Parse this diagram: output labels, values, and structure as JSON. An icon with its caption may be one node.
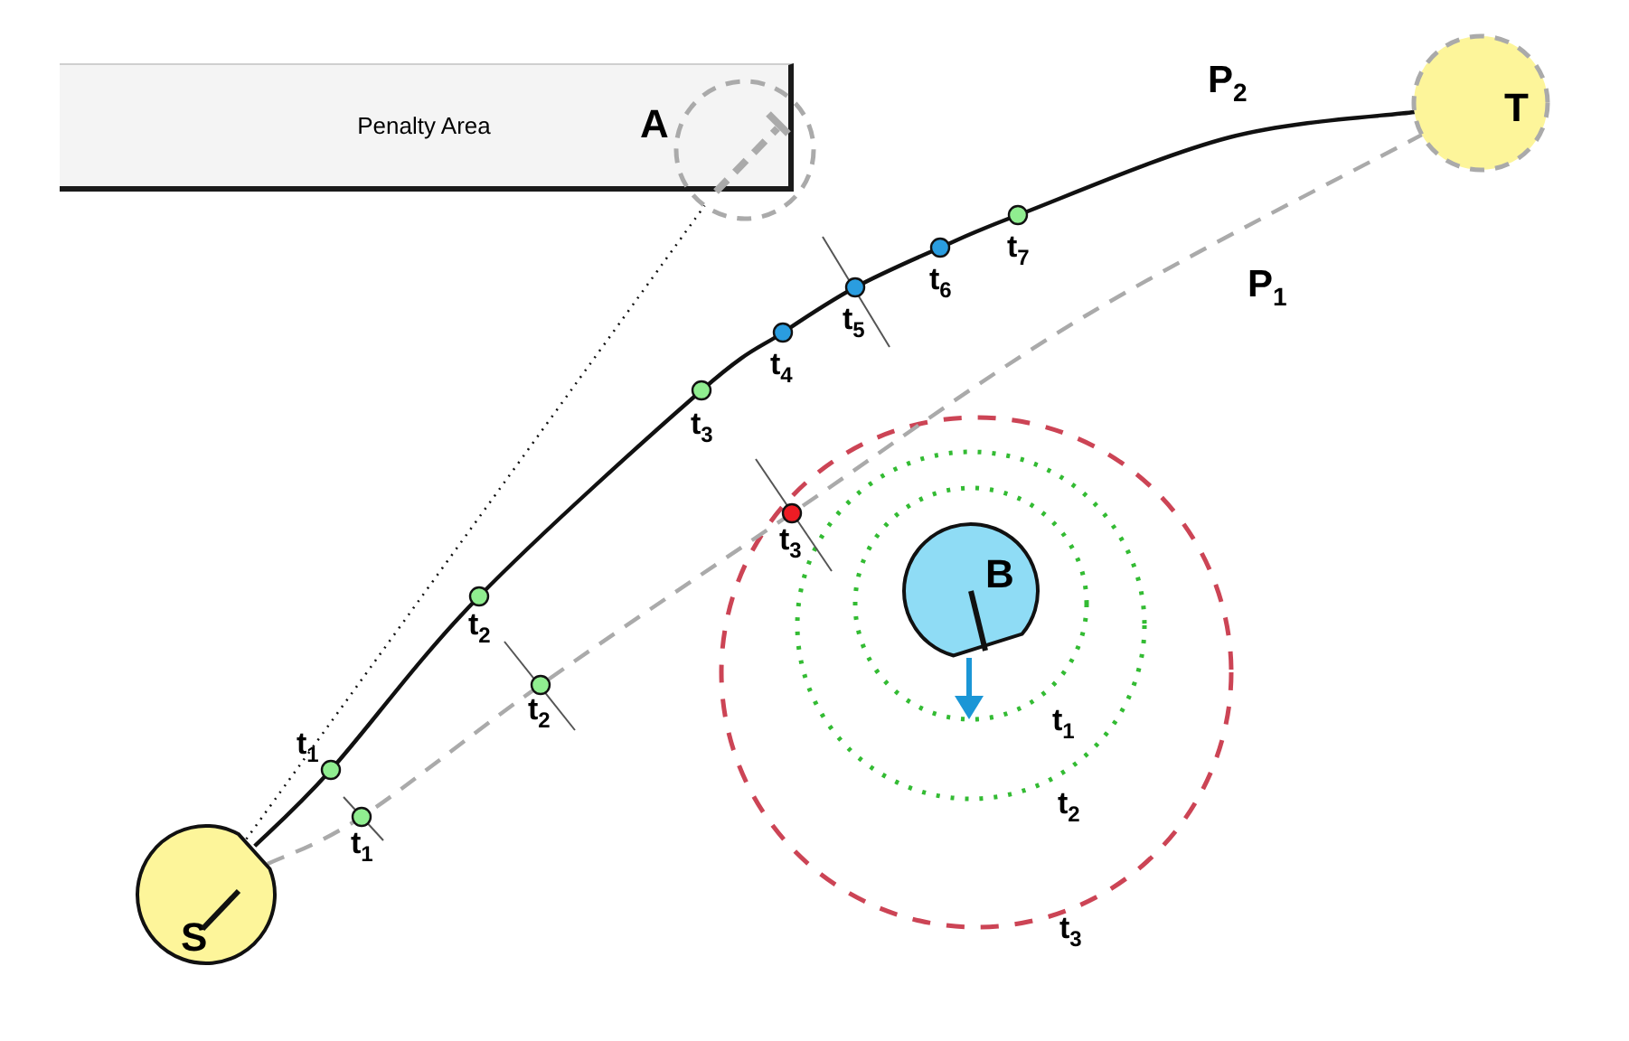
{
  "diagram": {
    "nodes": [
      {
        "text": [
          "Penalty Area"
        ]
      },
      {
        "text": [],
        "shape": "circle"
      },
      {
        "text": [
          "S"
        ]
      },
      {
        "text": [
          "T"
        ]
      },
      {
        "text": [
          "B"
        ]
      }
    ],
    "edges": [
      {
        "from": 2,
        "to": 3,
        "arrow": "none",
        "label": "P$_{2}$"
      },
      {
        "from": 2,
        "to": 3,
        "arrow": "none",
        "label": "P$_{1}$",
        "style": "dashed",
        "color": "#aaaaaa"
      },
      {
        "from": 2,
        "to": 1,
        "arrow": "none",
        "style": "dashed"
      }
    ],
    "labels": [
      "A",
      "t$_{7}$",
      "t$_{6}$",
      "t$_{5}$",
      "t$_{4}$",
      "t$_{3}$",
      "t$_{3}$",
      "t$_{2}$",
      "t$_{2}$",
      "t$_{1}$",
      "t$_{1}$",
      "t$_{1}$",
      "t$_{2}$",
      "t$_{3}$"
    ]
  }
}
